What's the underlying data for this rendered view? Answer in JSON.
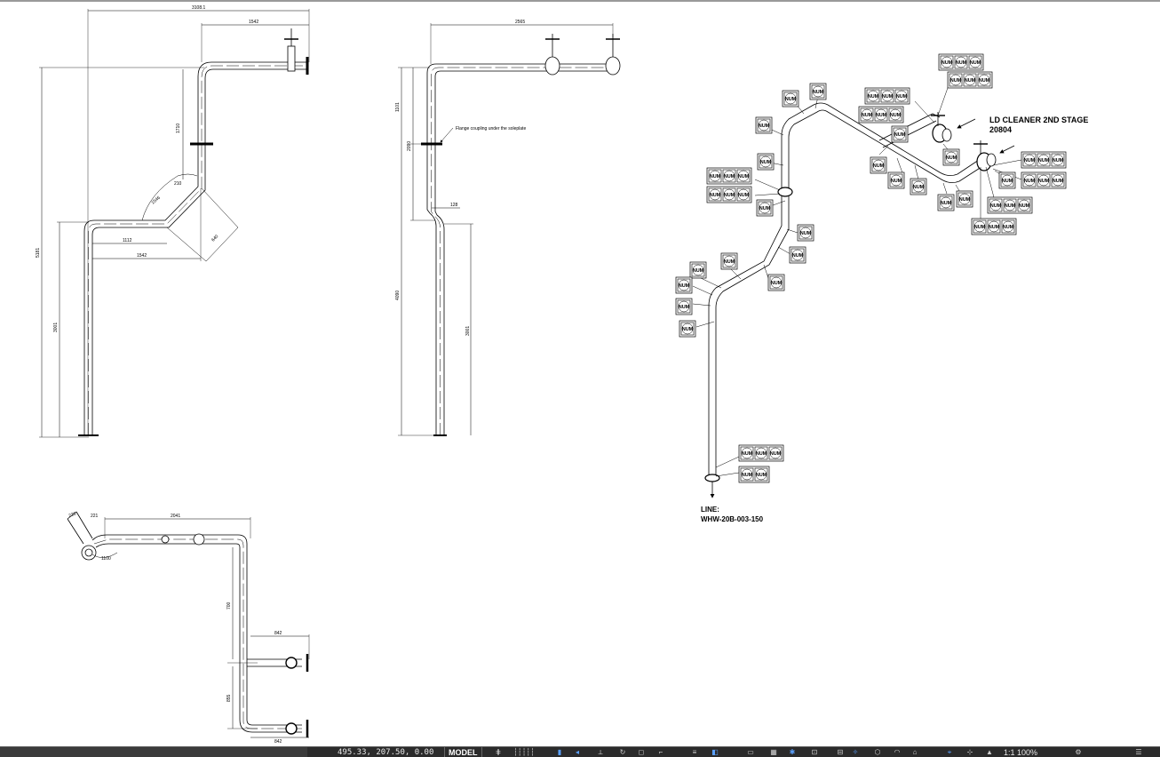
{
  "drawing": {
    "view1": {
      "dims": [
        "3108.1",
        "1542",
        "1710",
        "5181",
        "3001",
        "1112",
        "1542",
        "210",
        "1546",
        "640"
      ]
    },
    "view2": {
      "dims": [
        "2565",
        "1101",
        "2090",
        "128",
        "4090",
        "3001"
      ],
      "note": "Flange coupling under the soleplate"
    },
    "view3": {
      "dims": [
        "2041",
        "221",
        "228",
        "1100",
        "700",
        "842",
        "855",
        "842"
      ]
    },
    "iso": {
      "tag": "NUM",
      "title_line1": "LD CLEANER 2ND STAGE",
      "title_line2": "20804",
      "line_label": "LINE:",
      "line_number": "WHW-20B-003-150"
    }
  },
  "statusbar": {
    "coords": "495.33, 207.50, 0.00",
    "model": "MODEL",
    "zoom": "1:1 100%"
  }
}
